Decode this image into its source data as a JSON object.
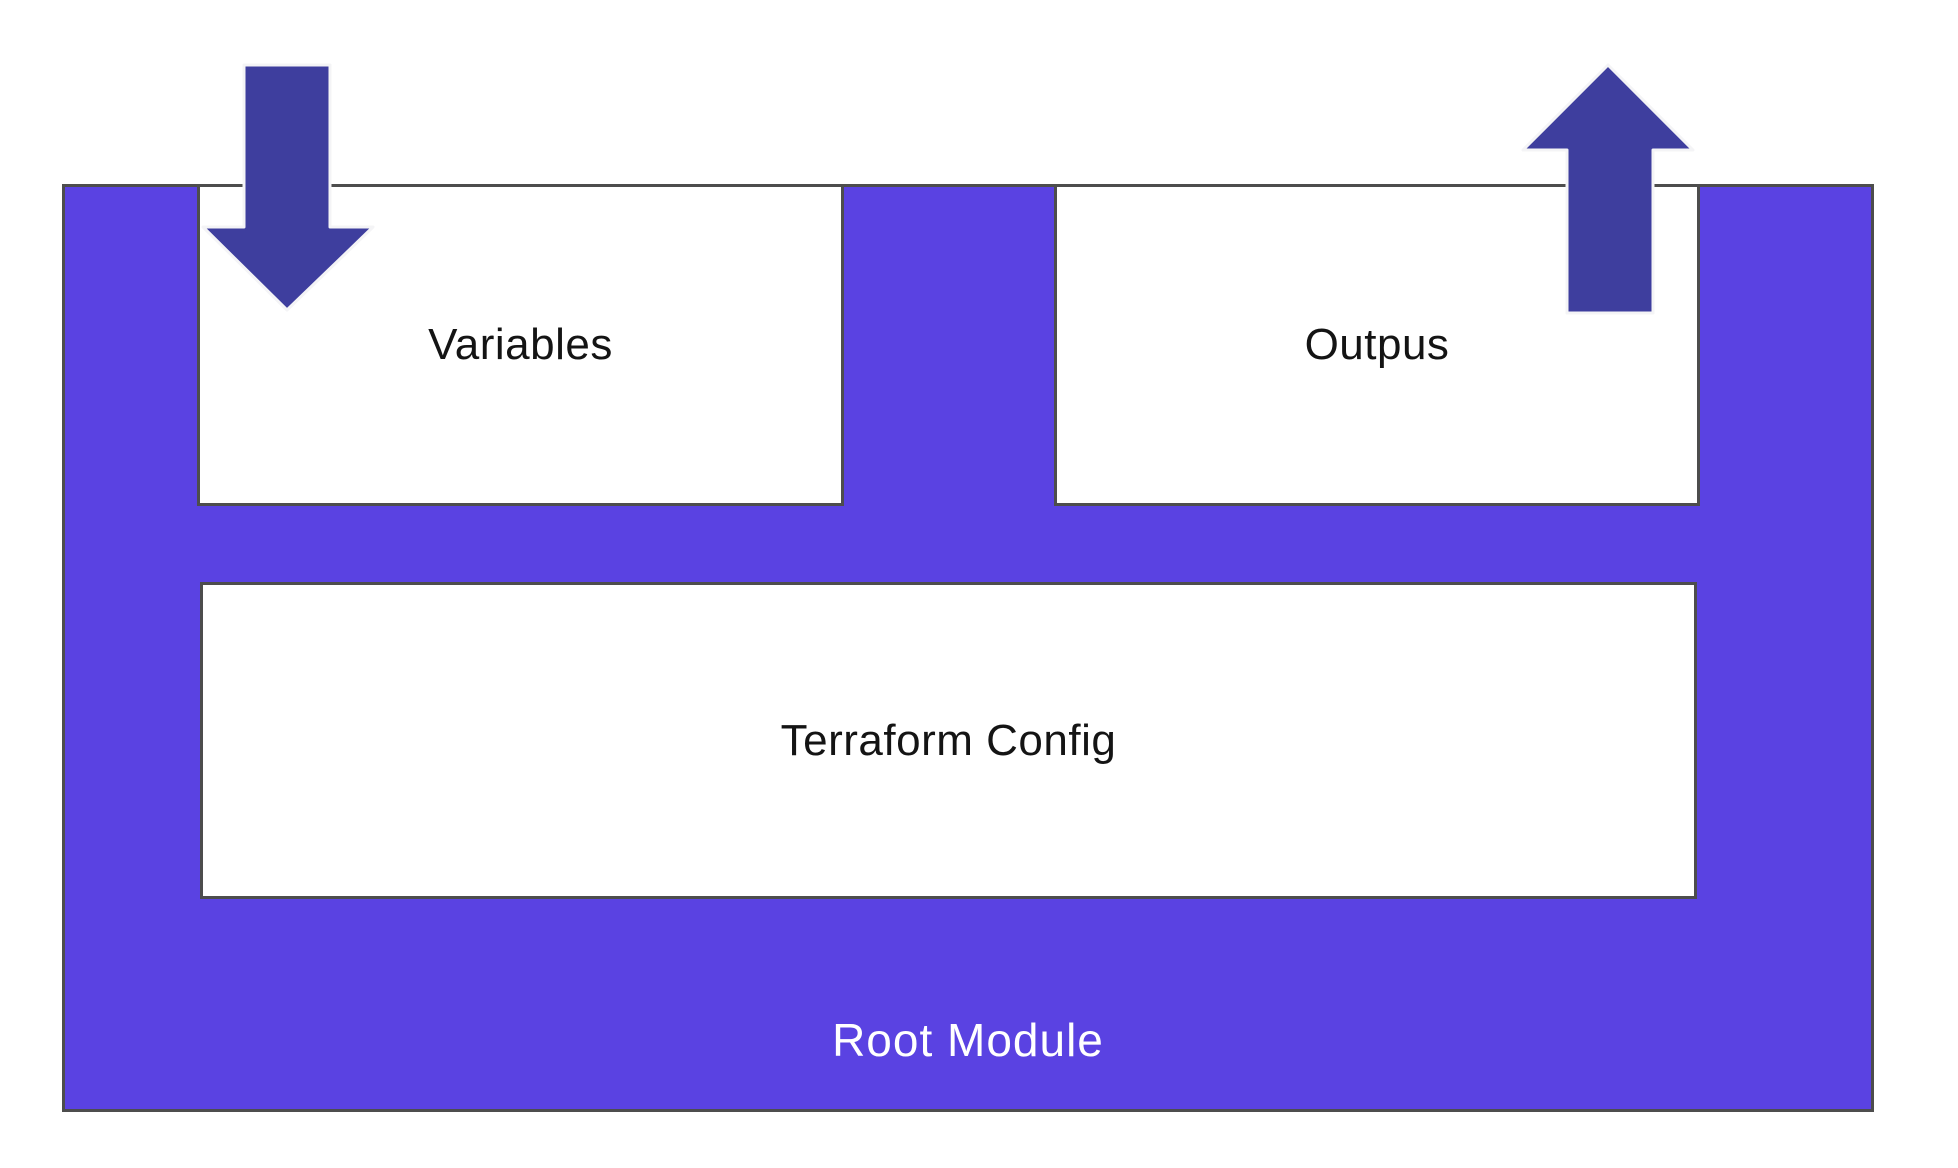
{
  "diagram": {
    "type": "architecture-diagram",
    "subject": "Terraform root module structure",
    "root_module": {
      "label": "Root Module"
    },
    "boxes": [
      {
        "id": "variables",
        "label": "Variables"
      },
      {
        "id": "outputs",
        "label": "Outpus"
      },
      {
        "id": "terraform_config",
        "label": "Terraform Config"
      }
    ],
    "arrows": [
      {
        "icon": "arrow-down-icon",
        "meaning": "input flows into Variables"
      },
      {
        "icon": "arrow-up-icon",
        "meaning": "output flows out of Outpus"
      }
    ],
    "colors": {
      "module_fill": "#5A42E2",
      "arrow_fill": "#3E3E9E",
      "arrow_outline": "#F4F4F6",
      "border": "#4D4D4D",
      "box_fill": "#FFFFFF",
      "label_dark": "#141414",
      "label_light": "#FFFFFF",
      "canvas": "#FFFFFF"
    }
  }
}
